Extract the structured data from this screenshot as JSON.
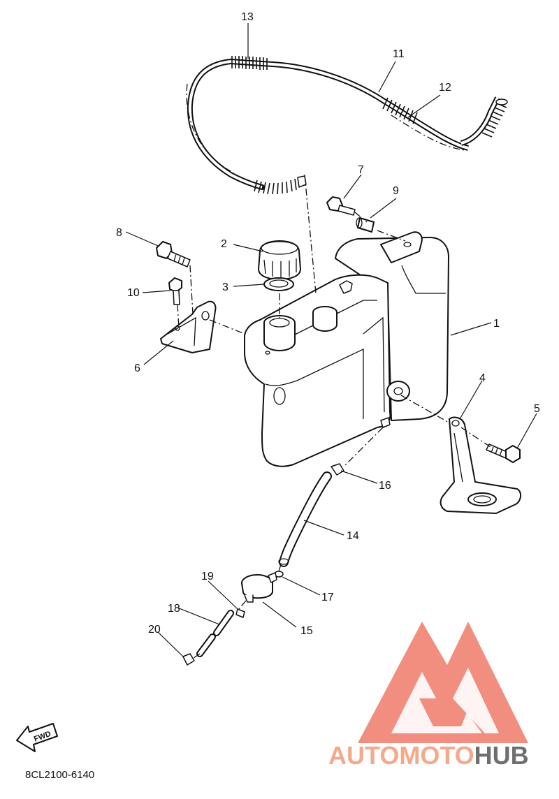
{
  "diagram": {
    "code": "8CL2100-6140",
    "fwd_label": "FWD",
    "parts": [
      {
        "num": "1"
      },
      {
        "num": "2"
      },
      {
        "num": "3"
      },
      {
        "num": "4"
      },
      {
        "num": "5"
      },
      {
        "num": "6"
      },
      {
        "num": "7"
      },
      {
        "num": "8"
      },
      {
        "num": "9"
      },
      {
        "num": "10"
      },
      {
        "num": "11"
      },
      {
        "num": "12"
      },
      {
        "num": "13"
      },
      {
        "num": "14"
      },
      {
        "num": "15"
      },
      {
        "num": "16"
      },
      {
        "num": "17"
      },
      {
        "num": "18"
      },
      {
        "num": "19"
      },
      {
        "num": "20"
      }
    ]
  },
  "watermark": {
    "part1": "AUTOMOTO",
    "part2": "HUB",
    "color_logo": "#f07a6a",
    "color_text1": "#f6a98a",
    "color_text2": "#6f6f6f"
  }
}
